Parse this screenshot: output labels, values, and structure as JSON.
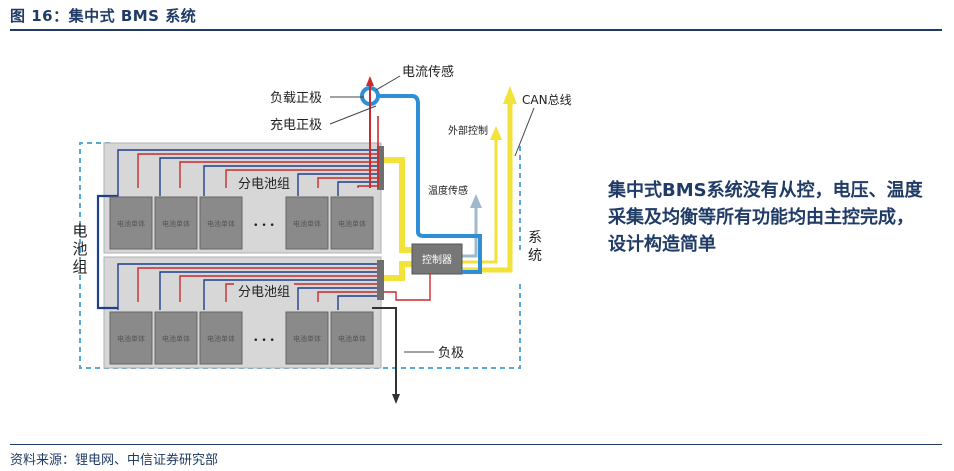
{
  "header": {
    "title": "图 16：集中式 BMS 系统"
  },
  "diagram": {
    "labels": {
      "current_sensor": "电流传感",
      "load_positive": "负载正极",
      "charge_positive": "充电正极",
      "can_bus": "CAN总线",
      "external_control": "外部控制",
      "temperature_sensor": "温度传感",
      "controller": "控制器",
      "system": "系统",
      "negative": "负极",
      "battery_group": "电池组",
      "sub_battery_group_1": "分电池组",
      "sub_battery_group_2": "分电池组",
      "cell": "电池单体",
      "ellipsis": "• • •"
    },
    "colors": {
      "blue_line": "#2f8fd6",
      "red_line": "#cc2a2a",
      "yellow_line": "#f2e23a",
      "navy_line": "#1f3f8c",
      "gray_cell": "#8a8a8a",
      "panel": "#d7d7d7"
    }
  },
  "note": {
    "text": "集中式BMS系统没有从控，电压、温度采集及均衡等所有功能均由主控完成，设计构造简单"
  },
  "footer": {
    "source": "资料来源：锂电网、中信证券研究部"
  }
}
